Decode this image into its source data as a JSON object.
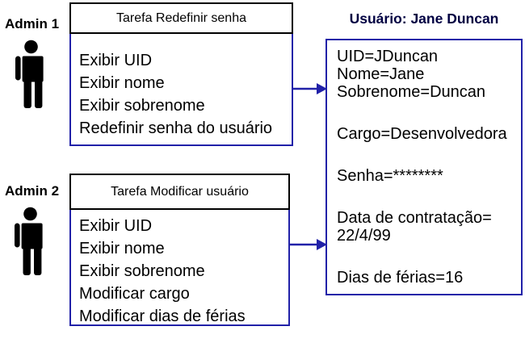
{
  "colors": {
    "accent": "#2121a8",
    "title": "#000042"
  },
  "admins": [
    {
      "label": "Admin 1"
    },
    {
      "label": "Admin 2"
    }
  ],
  "task_boxes": [
    {
      "title": "Tarefa Redefinir senha",
      "lines": [
        "Exibir UID",
        "Exibir nome",
        "Exibir sobrenome",
        "Redefinir senha do usuário"
      ]
    },
    {
      "title": "Tarefa Modificar usuário",
      "lines": [
        "Exibir UID",
        "Exibir nome",
        "Exibir sobrenome",
        "Modificar cargo",
        "Modificar dias de férias"
      ]
    }
  ],
  "user_panel": {
    "title": "Usuário: Jane Duncan",
    "lines": [
      "UID=JDuncan",
      "Nome=Jane",
      "Sobrenome=Duncan",
      "Cargo=Desenvolvedora",
      "Senha=********",
      "Data de contratação=",
      "22/4/99",
      "Dias de férias=16"
    ]
  }
}
